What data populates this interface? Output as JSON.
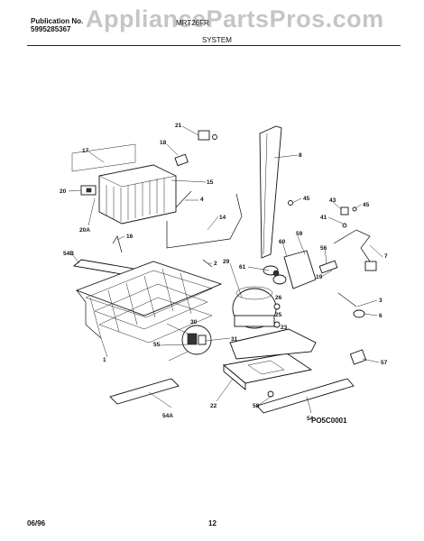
{
  "header": {
    "publication_label": "Publication No.",
    "publication_number": "5995285367",
    "model": "MRT26FR",
    "watermark": "AppliancePartsPros.com",
    "section_title": "SYSTEM"
  },
  "diagram": {
    "figure_code": "PO5C0001",
    "callouts": [
      "21",
      "18",
      "17",
      "15",
      "20",
      "4",
      "14",
      "20A",
      "16",
      "54B",
      "2",
      "1",
      "29",
      "61",
      "26",
      "25",
      "23",
      "31",
      "30",
      "55",
      "22",
      "58",
      "54A",
      "54",
      "8",
      "45",
      "43",
      "45",
      "41",
      "60",
      "59",
      "7",
      "56",
      "19",
      "3",
      "6",
      "57"
    ]
  },
  "footer": {
    "date": "06/96",
    "page": "12"
  }
}
